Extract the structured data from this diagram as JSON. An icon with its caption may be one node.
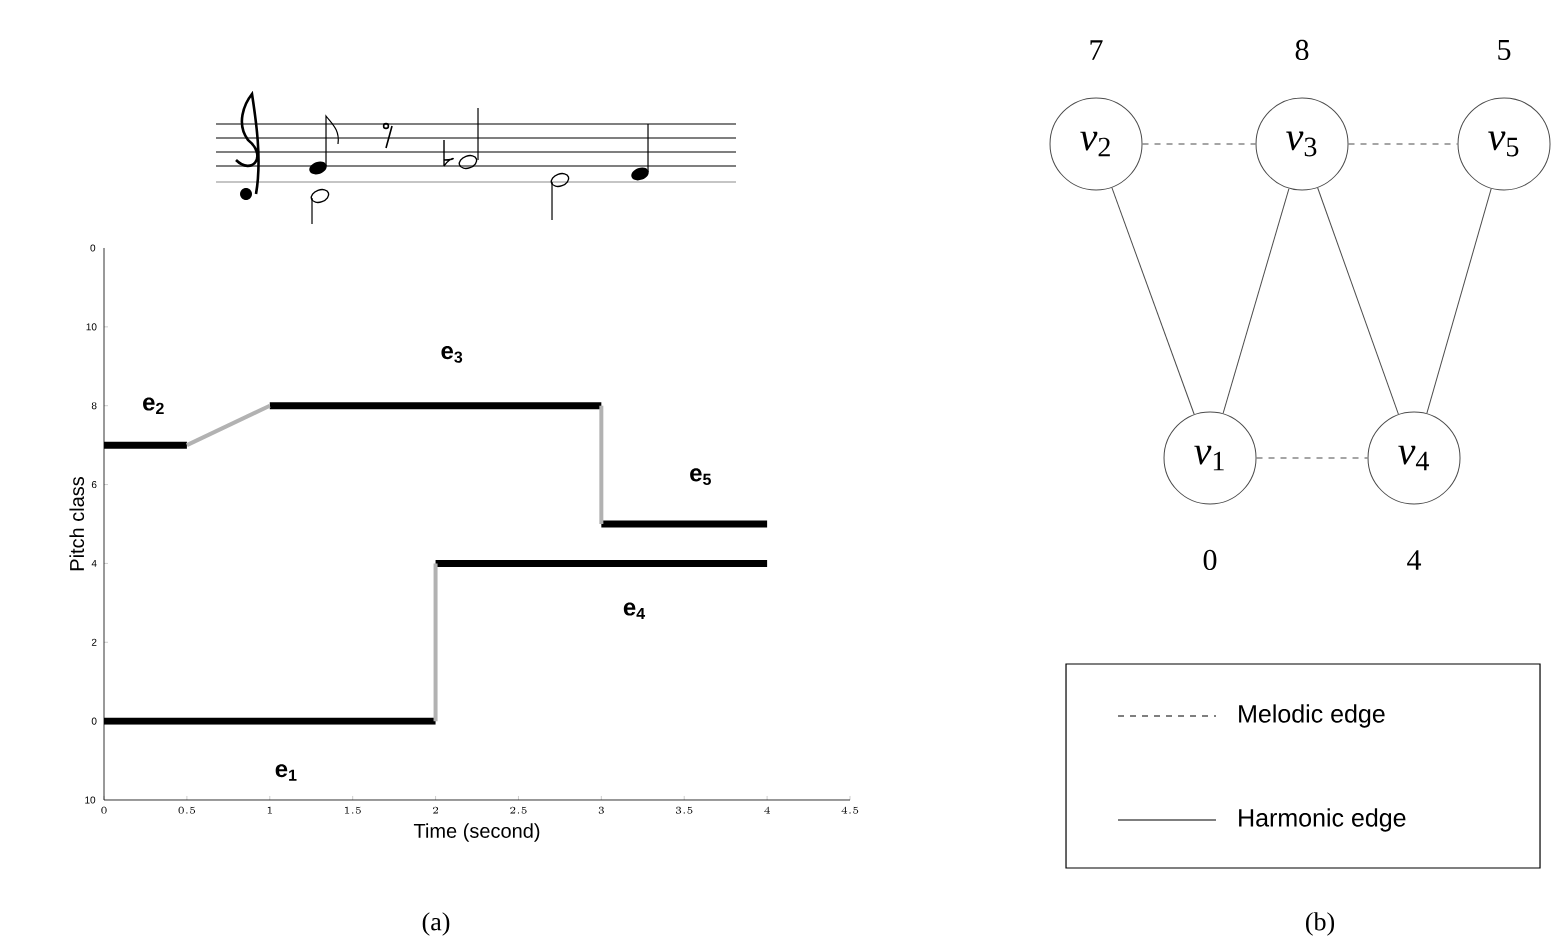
{
  "diagram": {
    "nodes": [
      {
        "text": [
          "*v*$_{2}$"
        ],
        "beside": [
          "7"
        ]
      },
      {
        "text": [
          "*v*$_{3}$"
        ],
        "beside": [
          "8"
        ]
      },
      {
        "text": [
          "*v*$_{5}$"
        ],
        "beside": [
          "5"
        ]
      },
      {
        "text": [
          "*v*$_{1}$"
        ],
        "beside": [
          "0"
        ]
      },
      {
        "text": [
          "*v*$_{4}$"
        ],
        "beside": [
          "4"
        ]
      }
    ],
    "edges": [
      {
        "from": 0,
        "to": 1,
        "arrow": "none",
        "style": "dashed"
      },
      {
        "from": 1,
        "to": 2,
        "arrow": "none",
        "style": "dashed"
      },
      {
        "from": 0,
        "to": 3,
        "arrow": "none"
      },
      {
        "from": 3,
        "to": 1,
        "arrow": "none"
      },
      {
        "from": 1,
        "to": 4,
        "arrow": "none"
      },
      {
        "from": 4,
        "to": 2,
        "arrow": "none"
      },
      {
        "from": 3,
        "to": 4,
        "arrow": "none",
        "style": "dashed"
      }
    ],
    "labels": [
      "0",
      "10",
      "(a)",
      "(b)"
    ],
    "legend": [
      {
        "text": "Melodic edge"
      },
      {
        "text": "Harmonic edge"
      }
    ],
    "chart_data": {
      "type": "line",
      "xlabel": "Time (second)",
      "ylabel": "Pitch class",
      "x": [
        0,
        0.5,
        1,
        2,
        3,
        4
      ],
      "series": [
        {
          "name": "e$_{1}$",
          "color": "#000000",
          "values": [
            0,
            0,
            0,
            0,
            null,
            null
          ]
        },
        {
          "name": "e$_{2}$",
          "color": "#000000",
          "values": [
            7,
            7,
            null,
            null,
            null,
            null
          ]
        },
        {
          "name": "e$_{3}$",
          "color": "#000000",
          "values": [
            null,
            null,
            8,
            8,
            8,
            null
          ]
        },
        {
          "name": "e$_{4}$",
          "color": "#000000",
          "values": [
            null,
            null,
            null,
            4,
            4,
            4
          ]
        },
        {
          "name": "e$_{5}$",
          "color": "#000000",
          "values": [
            null,
            null,
            null,
            null,
            5,
            5
          ]
        },
        {
          "color": "#b2b2b2",
          "x": [
            0.5,
            1
          ],
          "values": [
            7,
            8
          ]
        },
        {
          "color": "#b2b2b2",
          "x": [
            2,
            2
          ],
          "values": [
            0,
            4
          ]
        },
        {
          "color": "#b2b2b2",
          "x": [
            3,
            3
          ],
          "values": [
            8,
            5
          ]
        }
      ],
      "xlim": [
        0,
        4.5
      ],
      "ylim": [
        -2,
        12
      ],
      "xticks": [
        0,
        0.5,
        1,
        1.5,
        2,
        2.5,
        3,
        3.5,
        4,
        4.5
      ],
      "yticks": [
        0,
        2,
        4,
        6,
        8,
        10
      ]
    }
  }
}
